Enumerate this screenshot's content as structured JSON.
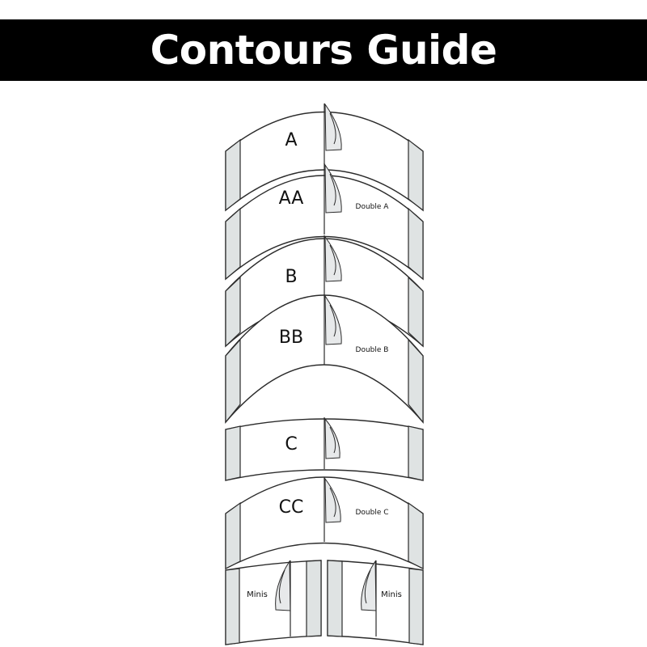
{
  "header": {
    "title": "Contours Guide"
  },
  "contours": [
    {
      "code": "A",
      "note": ""
    },
    {
      "code": "AA",
      "note": "Double A"
    },
    {
      "code": "B",
      "note": ""
    },
    {
      "code": "BB",
      "note": "Double B"
    },
    {
      "code": "C",
      "note": ""
    },
    {
      "code": "CC",
      "note": "Double C"
    }
  ],
  "minis": {
    "left_label": "Minis",
    "right_label": "Minis"
  },
  "colors": {
    "title_bar": "#000000",
    "title_text": "#ffffff",
    "tab_fill": "#dfe3e3",
    "outline": "#2b2b2b"
  }
}
